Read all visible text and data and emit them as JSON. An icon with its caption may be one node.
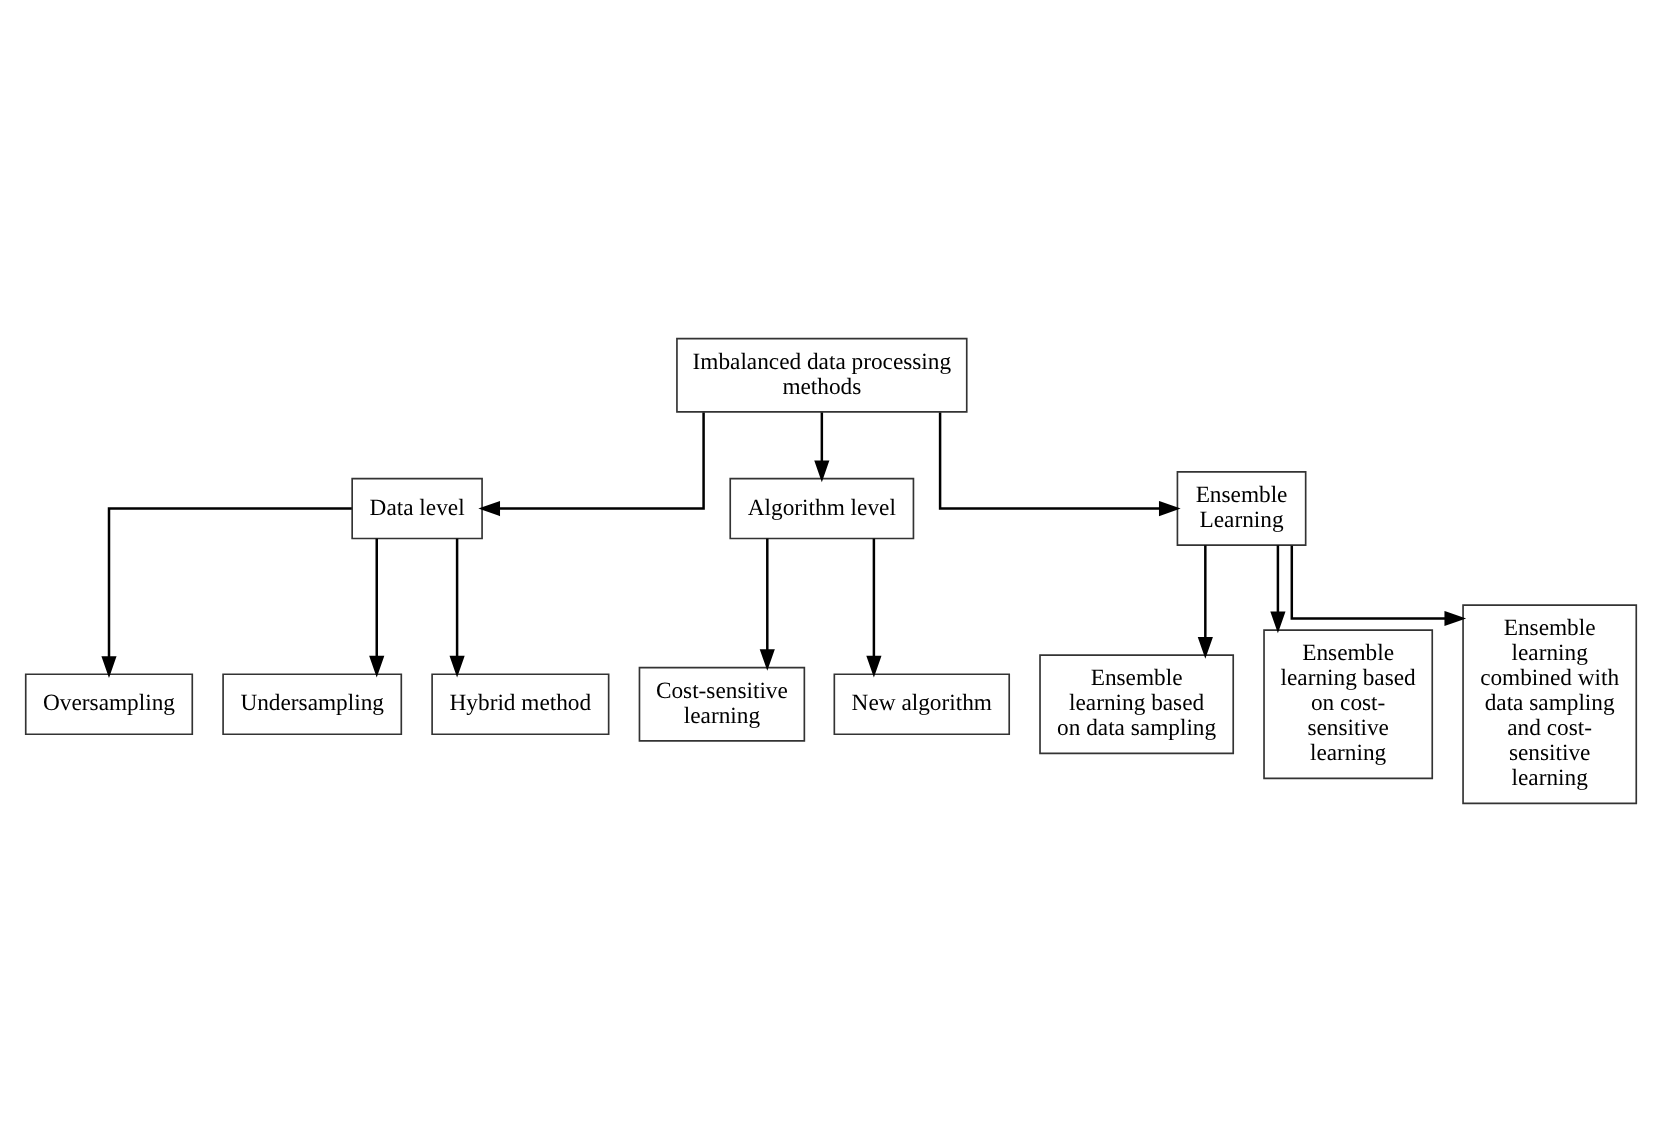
{
  "diagram": {
    "nodes": [
      {
        "text": [
          "Imbalanced data processing methods"
        ]
      },
      {
        "text": [
          "Data level"
        ]
      },
      {
        "text": [
          "Algorithm level"
        ]
      },
      {
        "text": [
          "Ensemble Learning"
        ]
      },
      {
        "text": [
          "Oversampling"
        ]
      },
      {
        "text": [
          "Undersampling"
        ]
      },
      {
        "text": [
          "Hybrid method"
        ]
      },
      {
        "text": [
          "Cost-sensitive learning"
        ]
      },
      {
        "text": [
          "New algorithm"
        ]
      },
      {
        "text": [
          "Ensemble learning based on data sampling"
        ]
      },
      {
        "text": [
          "Ensemble learning based on cost-sensitive learning"
        ]
      },
      {
        "text": [
          "Ensemble learning combined with data sampling and cost-sensitive learning"
        ]
      }
    ],
    "edges": [
      {
        "from": 0,
        "to": 1,
        "arrow": "to"
      },
      {
        "from": 0,
        "to": 2,
        "arrow": "to"
      },
      {
        "from": 0,
        "to": 3,
        "arrow": "to"
      },
      {
        "from": 1,
        "to": 4,
        "arrow": "to"
      },
      {
        "from": 1,
        "to": 5,
        "arrow": "to"
      },
      {
        "from": 1,
        "to": 6,
        "arrow": "to"
      },
      {
        "from": 2,
        "to": 7,
        "arrow": "to"
      },
      {
        "from": 2,
        "to": 8,
        "arrow": "to"
      },
      {
        "from": 3,
        "to": 9,
        "arrow": "to"
      },
      {
        "from": 3,
        "to": 10,
        "arrow": "to"
      },
      {
        "from": 3,
        "to": 11,
        "arrow": "to"
      }
    ]
  }
}
